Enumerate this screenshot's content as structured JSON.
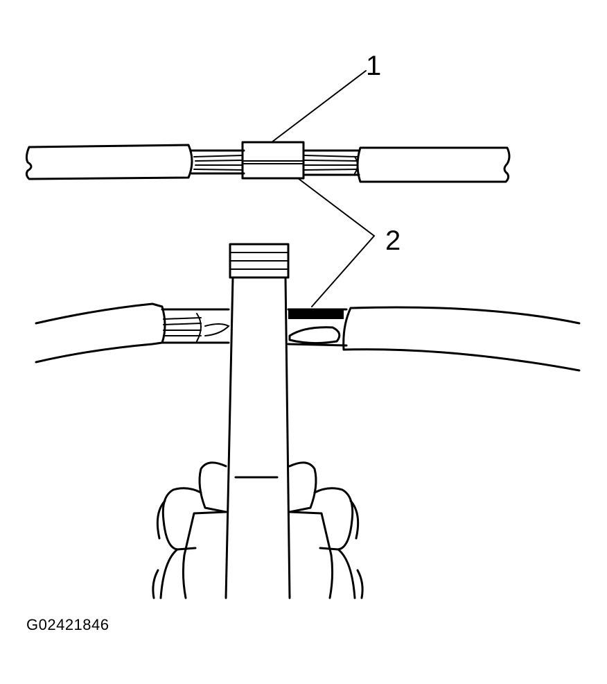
{
  "callouts": [
    {
      "label": "1"
    },
    {
      "label": "2"
    }
  ],
  "figure_id": "G02421846"
}
